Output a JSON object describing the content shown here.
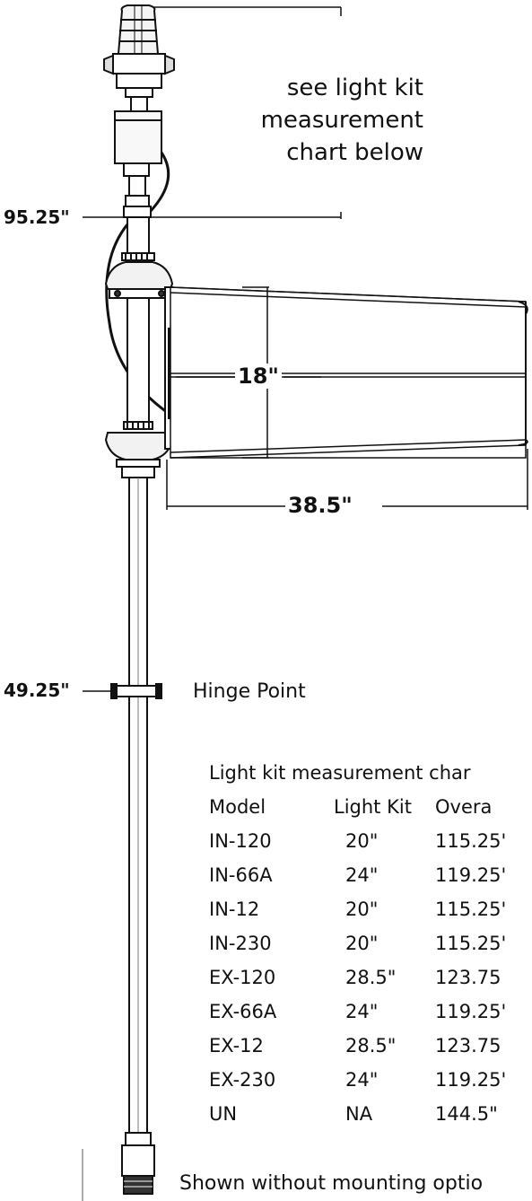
{
  "diagram": {
    "note_lines": [
      "see light kit",
      "measurement",
      "chart below"
    ],
    "dim_top_height": "95.25\"",
    "dim_hinge_height": "49.25\"",
    "dim_sock_diameter": "18\"",
    "dim_sock_length": "38.5\"",
    "hinge_label": "Hinge Point"
  },
  "chart": {
    "title": "Light kit measurement char",
    "headers": [
      "Model",
      "Light Kit",
      "Overa"
    ],
    "rows": [
      [
        "IN-120",
        "20\"",
        "115.25'"
      ],
      [
        "IN-66A",
        "24\"",
        "119.25'"
      ],
      [
        "IN-12",
        "20\"",
        "115.25'"
      ],
      [
        "IN-230",
        "20\"",
        "115.25'"
      ],
      [
        "EX-120",
        "28.5\"",
        "123.75"
      ],
      [
        "EX-66A",
        "24\"",
        "119.25'"
      ],
      [
        "EX-12",
        "28.5\"",
        "123.75"
      ],
      [
        "EX-230",
        "24\"",
        "119.25'"
      ],
      [
        "UN",
        "NA",
        "144.5\""
      ]
    ]
  },
  "footer": "Shown without mounting optio"
}
